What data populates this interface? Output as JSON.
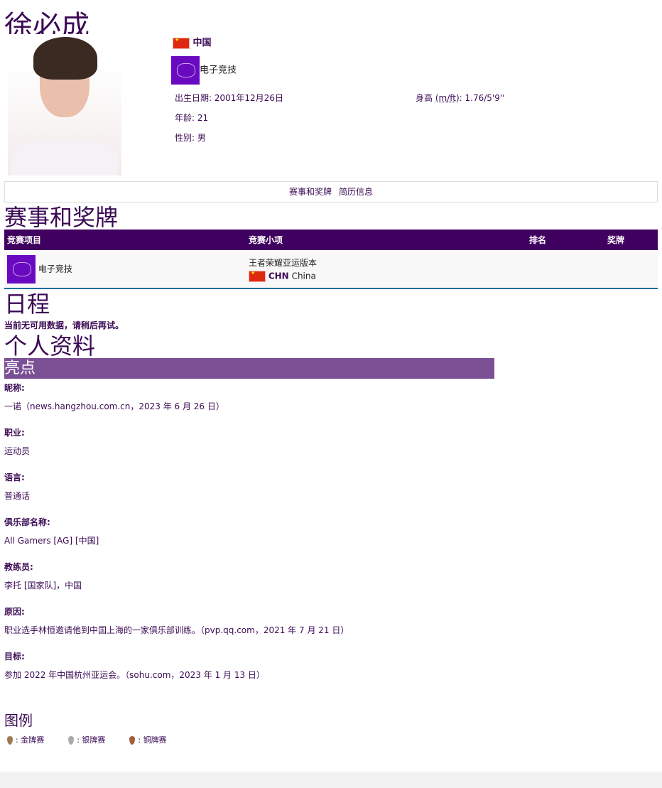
{
  "athlete": {
    "name": "徐必成",
    "country": "中国",
    "sport": "电子竞技",
    "birth_label": "出生日期:",
    "birth": "2001年12月26日",
    "height_label": "身高",
    "height_unit": "(m/ft)",
    "height_value": ": 1.76/5'9''",
    "age_label": "年龄:",
    "age": "21",
    "gender_label": "性别:",
    "gender": "男"
  },
  "tabs": [
    "赛事和奖牌",
    "简历信息"
  ],
  "events": {
    "title": "赛事和奖牌",
    "headers": [
      "竞赛项目",
      "竞赛小项",
      "排名",
      "奖牌"
    ],
    "rows": [
      {
        "sport": "电子竞技",
        "event": "王者荣耀亚运版本",
        "noc": "CHN",
        "team": "China",
        "rank": "",
        "medal": ""
      }
    ]
  },
  "schedule": {
    "title": "日程",
    "message": "当前无可用数据，请稍后再试。"
  },
  "profile": {
    "title": "个人资料",
    "highlight": "亮点",
    "fields": [
      {
        "label": "昵称:",
        "value": "一诺（news.hangzhou.com.cn，2023 年 6 月 26 日）"
      },
      {
        "label": "职业:",
        "value": "运动员"
      },
      {
        "label": "语言:",
        "value": "普通话"
      },
      {
        "label": "俱乐部名称:",
        "value": "All Gamers [AG] [中国]"
      },
      {
        "label": "教练员:",
        "value": "李托 [国家队]，中国"
      },
      {
        "label": "原因:",
        "value": "职业选手林恒邀请他到中国上海的一家俱乐部训练。（pvp.qq.com，2021 年 7 月 21 日）"
      },
      {
        "label": "目标:",
        "value": "参加 2022 年中国杭州亚运会。（sohu.com，2023 年 1 月 13 日）"
      }
    ]
  },
  "legend": {
    "title": "图例",
    "items": [
      {
        "label": ": 金牌赛",
        "color": "#a07850"
      },
      {
        "label": ": 银牌赛",
        "color": "#aaaaaa"
      },
      {
        "label": ": 铜牌赛",
        "color": "#a0603a"
      }
    ]
  }
}
